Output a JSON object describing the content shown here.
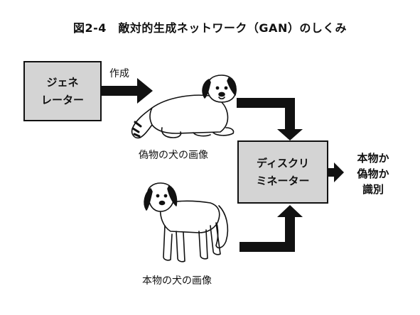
{
  "title": "図2-4　敵対的生成ネットワーク（GAN）のしくみ",
  "generator": {
    "line1": "ジェネ",
    "line2": "レーター"
  },
  "discriminator": {
    "line1": "ディスクリ",
    "line2": "ミネーター"
  },
  "labels": {
    "create": "作成",
    "fake_image": "偽物の犬の画像",
    "real_image": "本物の犬の画像"
  },
  "output": {
    "line1": "本物か",
    "line2": "偽物か",
    "line3": "識別"
  },
  "colors": {
    "box_fill": "#d4d4d4",
    "stroke": "#111111"
  },
  "icons": {
    "fake_dog": "lying-dog-illustration",
    "real_dog": "standing-dog-illustration"
  }
}
